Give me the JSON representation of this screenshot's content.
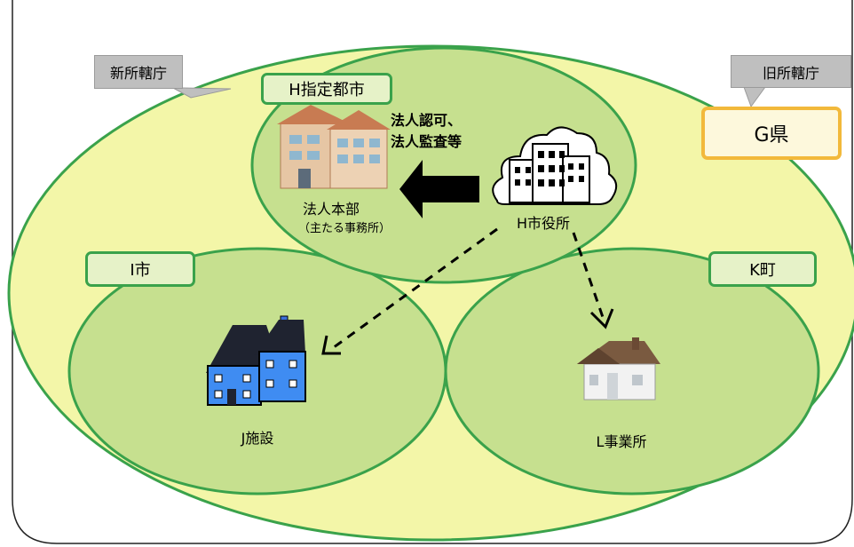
{
  "callouts": {
    "new_jurisdiction": "新所轄庁",
    "old_jurisdiction": "旧所轄庁"
  },
  "regions": {
    "prefecture": "G県",
    "designated_city": "H指定都市",
    "city_i": "I市",
    "town_k": "K町"
  },
  "entities": {
    "hq_name": "法人本部",
    "hq_note": "（主たる事務所）",
    "city_hall": "H市役所",
    "facility_j": "J施設",
    "office_l": "L事業所"
  },
  "relation": {
    "line1": "法人認可、",
    "line2": "法人監査等"
  },
  "colors": {
    "outer_fill": "#f3f6a8",
    "outer_stroke": "#3aa24b",
    "circle_fill": "#c6e08f",
    "tag_fill": "#e6f2c8",
    "g_tag_border": "#f2b93b",
    "callout_fill": "#bfbfbf"
  },
  "icons": [
    "building-icon",
    "city-hall-icon",
    "house-blue-icon",
    "house-white-icon",
    "arrow-left-icon",
    "dashed-arrow-icon"
  ]
}
